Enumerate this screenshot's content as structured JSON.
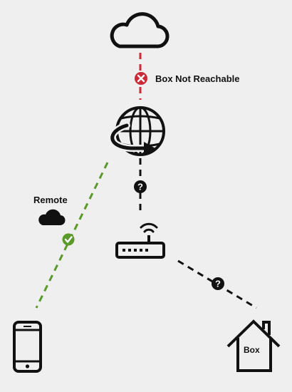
{
  "labels": {
    "status": "Box Not Reachable",
    "remote": "Remote",
    "box": "Box"
  },
  "icons": {
    "cloud_top": "cloud-outline-icon",
    "globe": "globe-with-arrow-icon",
    "router": "wifi-router-icon",
    "remote_cloud": "cloud-filled-icon",
    "phone": "smartphone-icon",
    "house": "house-icon",
    "status_error": "x-circle-icon",
    "status_ok": "check-circle-icon",
    "status_unknown": "question-circle-icon"
  },
  "colors": {
    "background": "#efefef",
    "line_error": "#cc2a36",
    "line_ok": "#5a9a2a",
    "line_unknown": "#111111",
    "icon": "#111111"
  }
}
